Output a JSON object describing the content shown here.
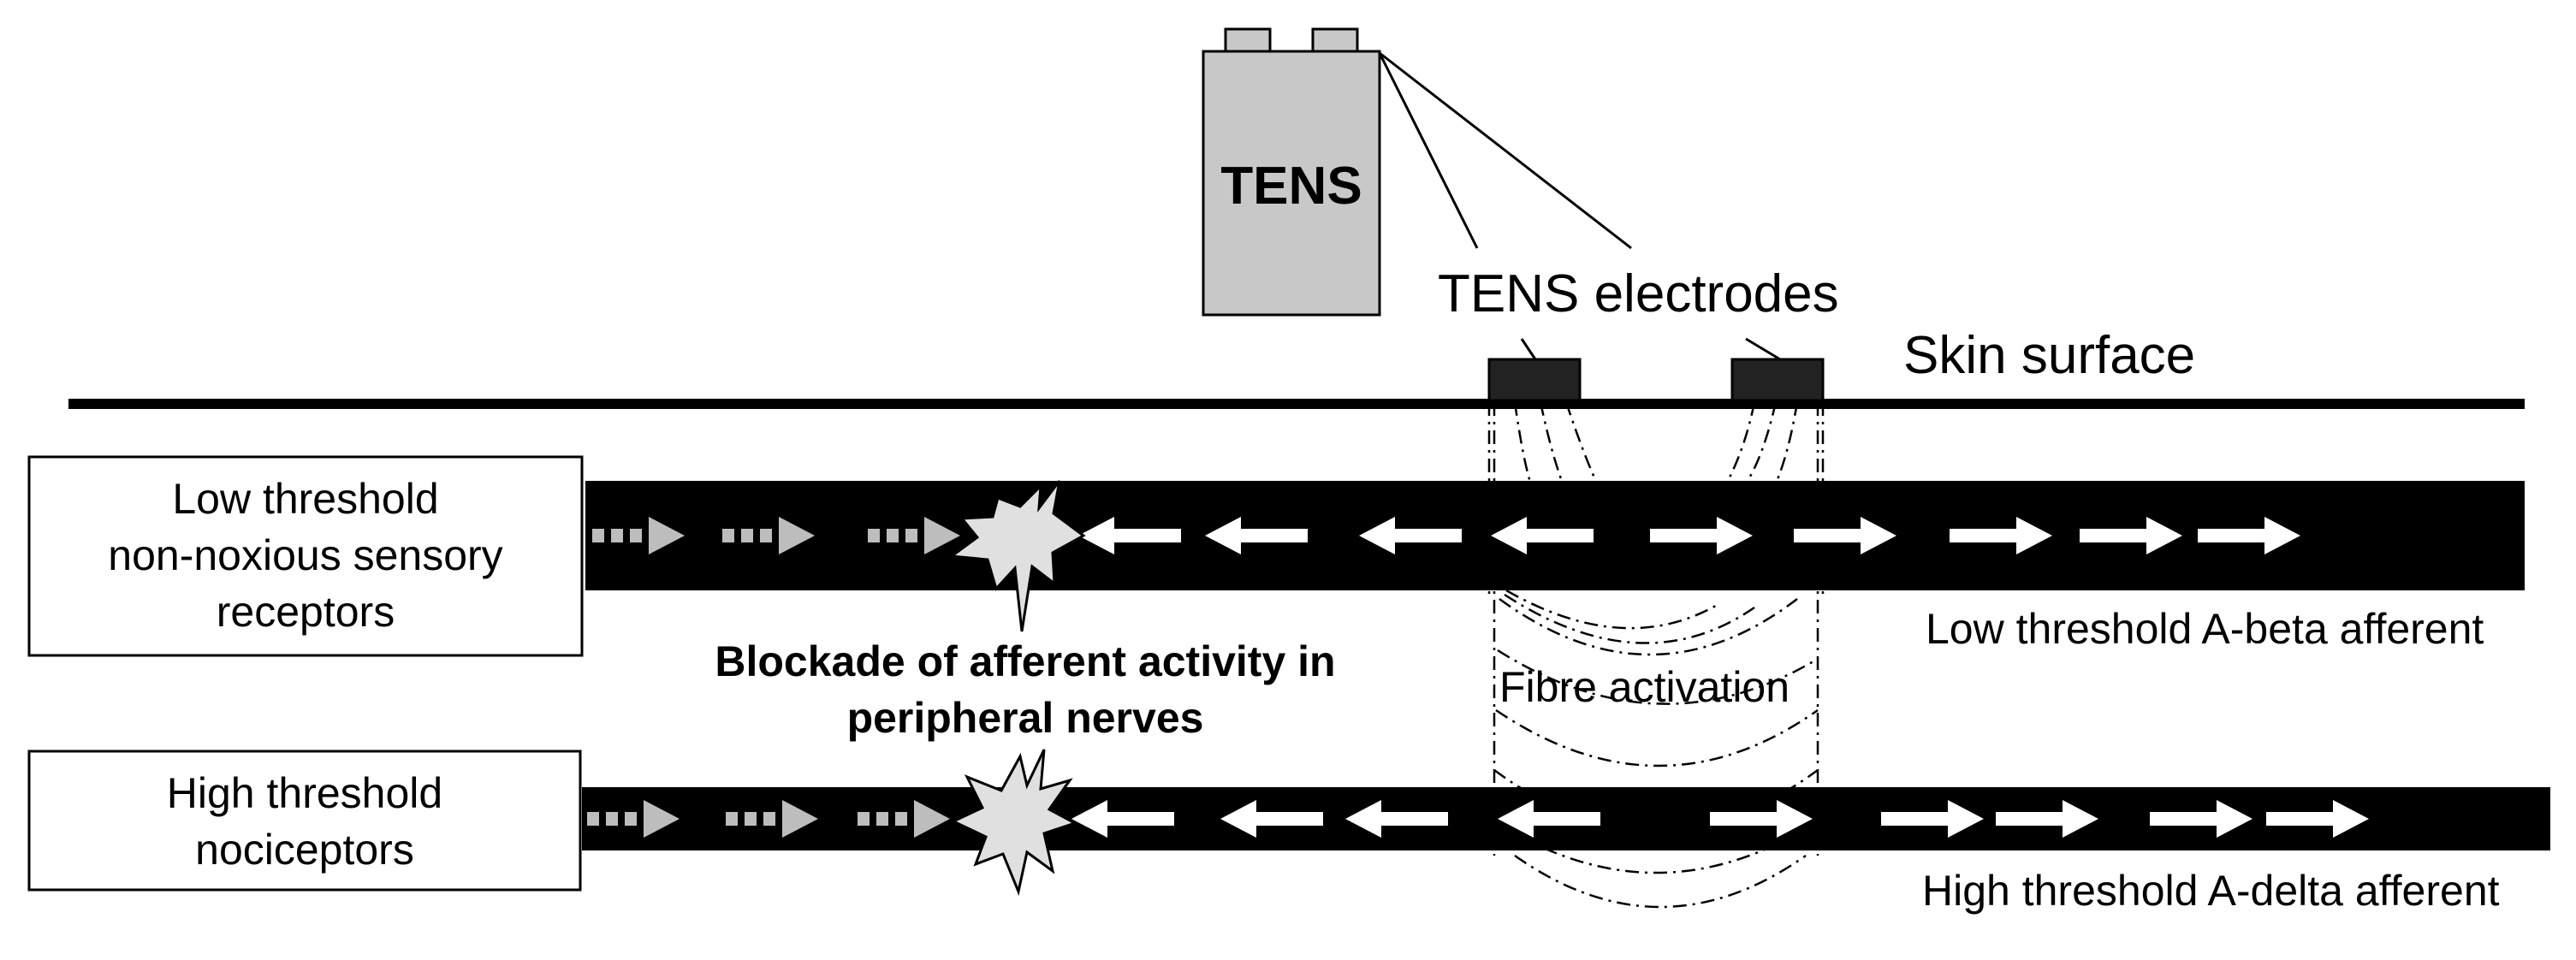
{
  "tens_device": {
    "label": "TENS"
  },
  "electrodes_label": "TENS electrodes",
  "skin_label": "Skin surface",
  "receptor_low": {
    "line1": "Low threshold",
    "line2": "non-noxious sensory",
    "line3": "receptors"
  },
  "receptor_high": {
    "line1": "High threshold",
    "line2": "nociceptors"
  },
  "blockade": {
    "line1": "Blockade of afferent activity in",
    "line2": "peripheral nerves"
  },
  "fibre_activation_label": "Fibre activation",
  "fibre_low_label": "Low threshold A-beta afferent",
  "fibre_high_label": "High threshold A-delta afferent",
  "colors": {
    "fibre": "#000000",
    "device": "#c8c8c8",
    "electrode": "#222222",
    "dotted_arrow": "#bdbdbd",
    "burst": "#e0e0e0",
    "field_lines": "#000000"
  },
  "icons": {
    "orthodromic": "dotted-right-arrow",
    "antidromic": "white-left-arrow",
    "orthodromic_tens": "white-right-arrow",
    "collision": "starburst"
  }
}
